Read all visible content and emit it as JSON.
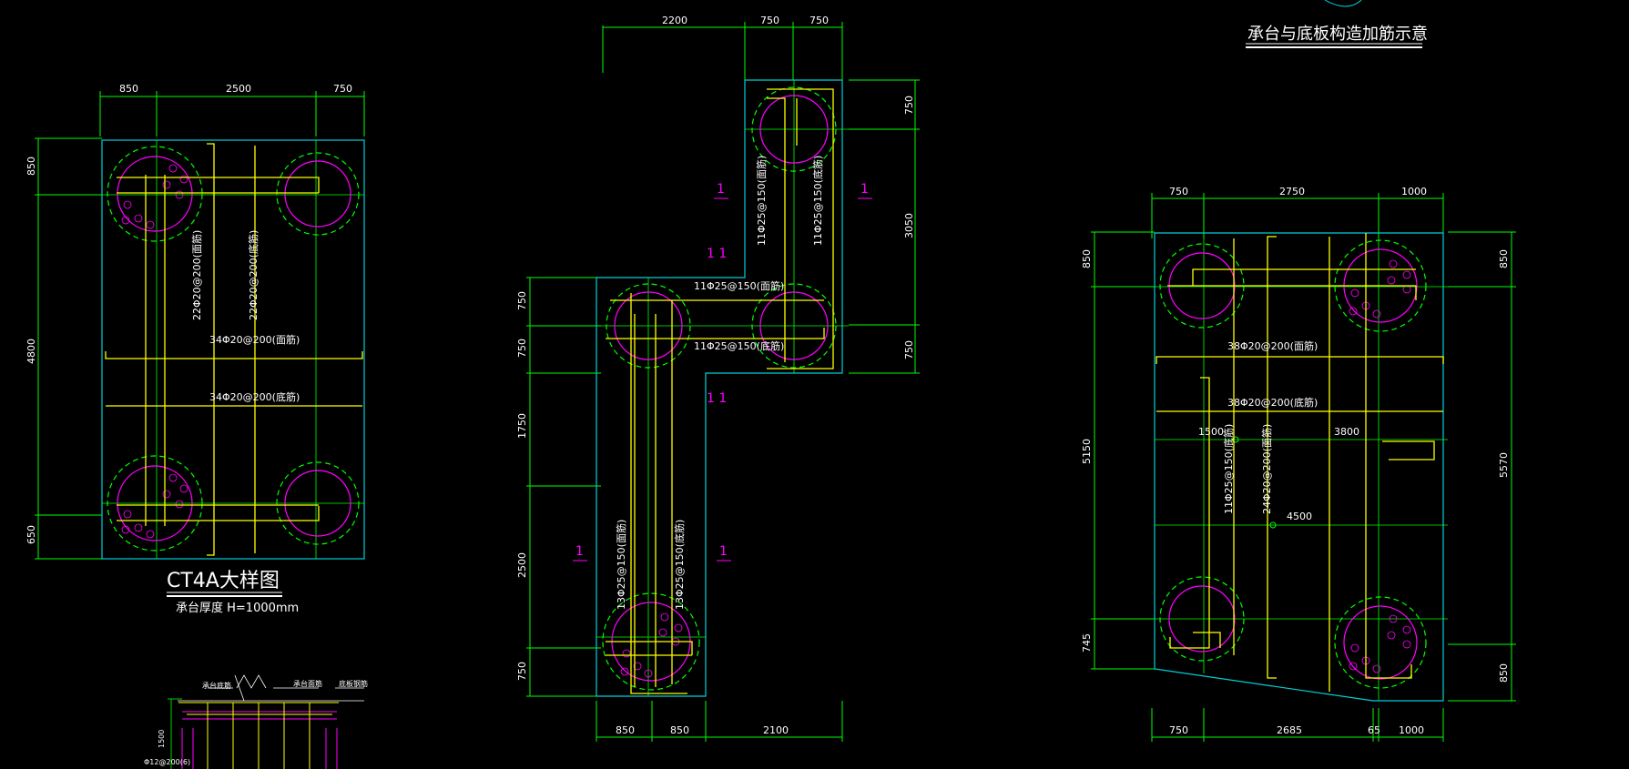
{
  "drawing_title": "承台与底板构造加筋示意",
  "colors": {
    "outline": "#00d0d8",
    "dimension": "#00ff00",
    "rebar": "#ffff00",
    "pile_dash": "#00ff00",
    "pile_inner": "#ff00ff",
    "text": "#ffffff",
    "section_mark": "#ff00ff"
  },
  "left_cap": {
    "title": "CT4A大样图",
    "thickness_note": "承台厚度 H=1000mm",
    "dims_top": [
      "850",
      "2500",
      "750"
    ],
    "dims_left": [
      "850",
      "4800",
      "650"
    ],
    "rebar_v1": "22Φ20@200(面筋)",
    "rebar_v2": "22Φ20@200(底筋)",
    "rebar_h1": "34Φ20@200(面筋)",
    "rebar_h2": "34Φ20@200(底筋)"
  },
  "middle_cap": {
    "dims_top": [
      "2200",
      "750",
      "750"
    ],
    "dims_right": [
      "750",
      "3050",
      "750"
    ],
    "dims_left": [
      "750",
      "750",
      "1750",
      "2500",
      "750"
    ],
    "dims_bottom": [
      "850",
      "850",
      "2100"
    ],
    "rebar_v_top1": "11Φ25@150(面筋)",
    "rebar_v_top2": "11Φ25@150(底筋)",
    "rebar_h1": "11Φ25@150(面筋)",
    "rebar_h2": "11Φ25@150(底筋)",
    "rebar_v_bot1": "13Φ25@150(面筋)",
    "rebar_v_bot2": "13Φ25@150(底筋)",
    "section_label": "1",
    "section_label_double": "1 1"
  },
  "right_cap": {
    "dims_top": [
      "750",
      "2750",
      "1000"
    ],
    "dims_left": [
      "850",
      "5150",
      "745"
    ],
    "dims_right": [
      "850",
      "5570",
      "850"
    ],
    "dims_bottom": [
      "750",
      "2685",
      "65",
      "1000"
    ],
    "rebar_h1": "38Φ20@200(面筋)",
    "rebar_h2": "38Φ20@200(底筋)",
    "rebar_v1": "11Φ25@150(底筋)",
    "rebar_v2": "24Φ20@200(面筋)",
    "dim_inner1": "1500",
    "dim_inner2": "3800",
    "dim_inner3": "4500"
  },
  "detail_section": {
    "label_a": "承台底筋",
    "label_b": "承台面筋",
    "label_c": "底板钢筋",
    "dim": "1500",
    "rebar": "Φ12@200(6)"
  }
}
